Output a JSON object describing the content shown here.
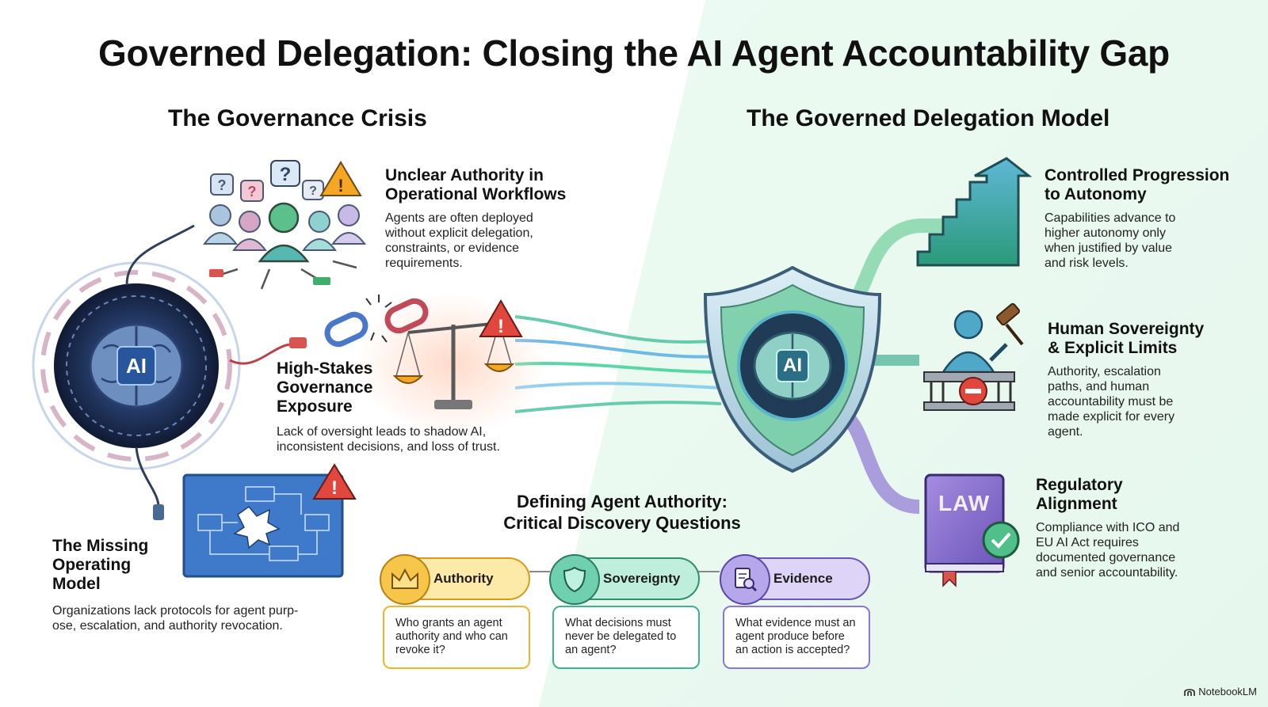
{
  "title": "Governed Delegation: Closing the AI Agent Accountability Gap",
  "left": {
    "heading": "The Governance Crisis",
    "brain_label": "AI",
    "items": [
      {
        "title_lines": [
          "Unclear Authority in",
          "Operational Workflows"
        ],
        "body_lines": [
          "Agents are often deployed",
          "without explicit delegation,",
          "constraints, or evidence",
          "requirements."
        ]
      },
      {
        "title_lines": [
          "High-Stakes",
          "Governance",
          "Exposure"
        ],
        "body_lines": [
          "Lack of oversight leads to shadow AI,",
          "inconsistent decisions, and loss of trust."
        ]
      },
      {
        "title_lines": [
          "The Missing",
          "Operating",
          "Model"
        ],
        "body_lines": [
          "Organizations lack protocols for agent purp-",
          "ose, escalation, and authority revocation."
        ]
      }
    ]
  },
  "right": {
    "heading": "The Governed Delegation Model",
    "shield_label": "AI",
    "law_label": "LAW",
    "items": [
      {
        "title_lines": [
          "Controlled Progression",
          "to Autonomy"
        ],
        "body_lines": [
          "Capabilities advance to",
          "higher autonomy only",
          "when justified by value",
          "and risk levels."
        ]
      },
      {
        "title_lines": [
          "Human Sovereignty",
          "& Explicit Limits"
        ],
        "body_lines": [
          "Authority, escalation",
          "paths, and human",
          "accountability must be",
          "made explicit for every",
          "agent."
        ]
      },
      {
        "title_lines": [
          "Regulatory",
          "Alignment"
        ],
        "body_lines": [
          "Compliance with ICO and",
          "EU AI Act requires",
          "documented governance",
          "and senior accountability."
        ]
      }
    ]
  },
  "center": {
    "title_lines": [
      "Defining Agent Authority:",
      "Critical Discovery Questions"
    ],
    "keys": [
      {
        "label": "Authority",
        "icon": "crown-icon",
        "color": "#f2b52e",
        "light": "#fde9a8",
        "question_lines": [
          "Who grants an agent",
          "authority and who can",
          "revoke it?"
        ]
      },
      {
        "label": "Sovereignty",
        "icon": "shield-icon",
        "color": "#3fb28f",
        "light": "#bfeedd",
        "question_lines": [
          "What decisions must",
          "never be delegated to",
          "an agent?"
        ]
      },
      {
        "label": "Evidence",
        "icon": "document-search-icon",
        "color": "#8a76d4",
        "light": "#ddd4f7",
        "question_lines": [
          "What evidence must an",
          "agent produce before",
          "an action is accepted?"
        ]
      }
    ]
  },
  "footer": "NotebookLM"
}
